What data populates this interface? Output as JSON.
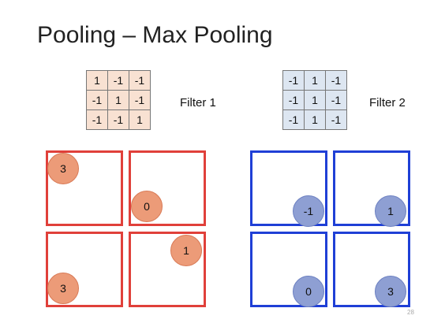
{
  "slide": {
    "title": "Pooling – Max Pooling",
    "page_number": "28"
  },
  "filter1": {
    "label": "Filter 1",
    "rows": [
      [
        "1",
        "-1",
        "-1"
      ],
      [
        "-1",
        "1",
        "-1"
      ],
      [
        "-1",
        "-1",
        "1"
      ]
    ]
  },
  "filter2": {
    "label": "Filter 2",
    "rows": [
      [
        "-1",
        "1",
        "-1"
      ],
      [
        "-1",
        "1",
        "-1"
      ],
      [
        "-1",
        "1",
        "-1"
      ]
    ]
  },
  "filter1_maps": [
    "3",
    "0",
    "3",
    "1"
  ],
  "filter2_maps": [
    "-1",
    "1",
    "0",
    "3"
  ],
  "colors": {
    "filter1_box": "#e0403a",
    "filter2_box": "#1f3fd6",
    "filter1_circle": "#ec9b78",
    "filter2_circle": "#8e9fd3",
    "filter1_cell": "#f8e1d2",
    "filter2_cell": "#dde6f1"
  }
}
